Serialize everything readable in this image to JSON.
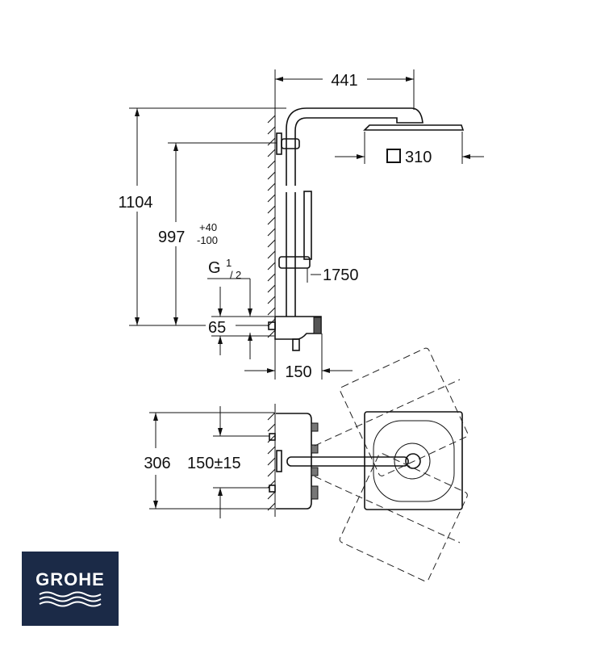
{
  "brand": {
    "name": "GROHE",
    "color": "#1b2a47"
  },
  "side_view": {
    "dim_width_top": "441",
    "dim_total_height": "1104",
    "dim_outlet_height": "997",
    "dim_outlet_tol_plus": "+40",
    "dim_outlet_tol_minus": "-100",
    "thread_label": "G",
    "thread_num": "1",
    "thread_den": "2",
    "dim_connection": "65",
    "dim_hose": "1750",
    "dim_mixer_depth": "150",
    "dim_head_size": "310"
  },
  "top_view": {
    "dim_width": "306",
    "dim_centers": "150±15"
  }
}
